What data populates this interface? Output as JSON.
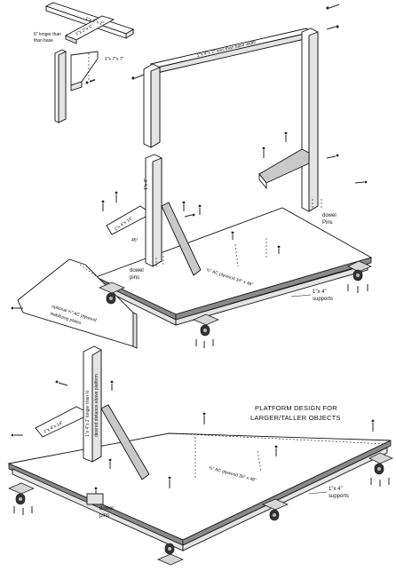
{
  "labels": {
    "longer_than_base": [
      "6\" longer than",
      "than base"
    ],
    "cross_top": "1\"x 2\"x 2\"",
    "cross_mid": "1\"x 2\"x 5\"",
    "bracket": "1\"x 7\"x 7\"",
    "top_beam": "1\"x 4\"x 2\" less than base width",
    "post_1x4": "1\"x 4\"",
    "post_1x4x14": "1\"x 4\"x 14\"",
    "angle_45": "45°",
    "dowel_pins_left": [
      "dowel",
      "pins"
    ],
    "dowel_pins_right": [
      "dowel",
      "Pins"
    ],
    "plywood_top": "¾\" AC plywood 34\" x 48\"",
    "supports_top": [
      "1\"x 4\"",
      "supports"
    ],
    "stabilizing": [
      "optional ¾\" AC plywood",
      "stabilizing plates"
    ],
    "post_tall": "1\"x 4\"x 2' longer than ½",
    "post_tall_2": "desired distance above platform",
    "brace_lower": "1\"x 4\"x 14\"",
    "platform_title": [
      "PLATFORM DESIGN FOR",
      "LARGER/TALLER OBJECTS"
    ],
    "plywood_bottom": "¾\" AC plywood 36\" x 48\"",
    "supports_bottom": [
      "1\"x 4\"",
      "supports"
    ],
    "dowel_pins_bottom": [
      "dowel",
      "pins"
    ]
  }
}
